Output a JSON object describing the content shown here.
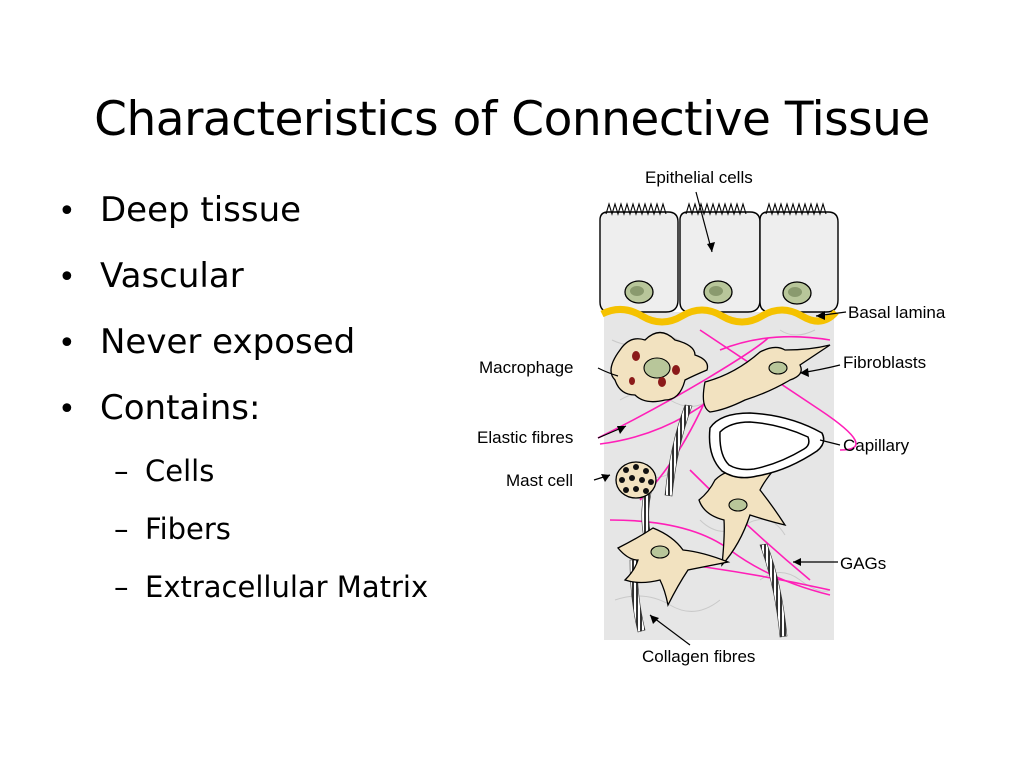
{
  "slide": {
    "title": "Characteristics of Connective Tissue"
  },
  "bullets": [
    {
      "marker": "•",
      "text": "Deep tissue"
    },
    {
      "marker": "•",
      "text": "Vascular"
    },
    {
      "marker": "•",
      "text": "Never exposed"
    },
    {
      "marker": "•",
      "text": "Contains:"
    }
  ],
  "sub_bullets": [
    {
      "marker": "–",
      "text": "Cells"
    },
    {
      "marker": "–",
      "text": "Fibers"
    },
    {
      "marker": "–",
      "text": "Extracellular Matrix"
    }
  ],
  "diagram": {
    "labels": {
      "epithelial_cells": "Epithelial cells",
      "basal_lamina": "Basal lamina",
      "macrophage": "Macrophage",
      "fibroblasts": "Fibroblasts",
      "elastic_fibres": "Elastic fibres",
      "capillary": "Capillary",
      "mast_cell": "Mast cell",
      "gags": "GAGs",
      "collagen_fibres": "Collagen fibres"
    },
    "colors": {
      "basal_lamina": "#f5c200",
      "elastic_fibres": "#ff1fb8",
      "cells_fill": "#f2e2c0",
      "nucleus_fill": "#b8c69a",
      "epithelium_fill": "#eeeeee",
      "matrix_fill": "#e4e4e4"
    }
  }
}
